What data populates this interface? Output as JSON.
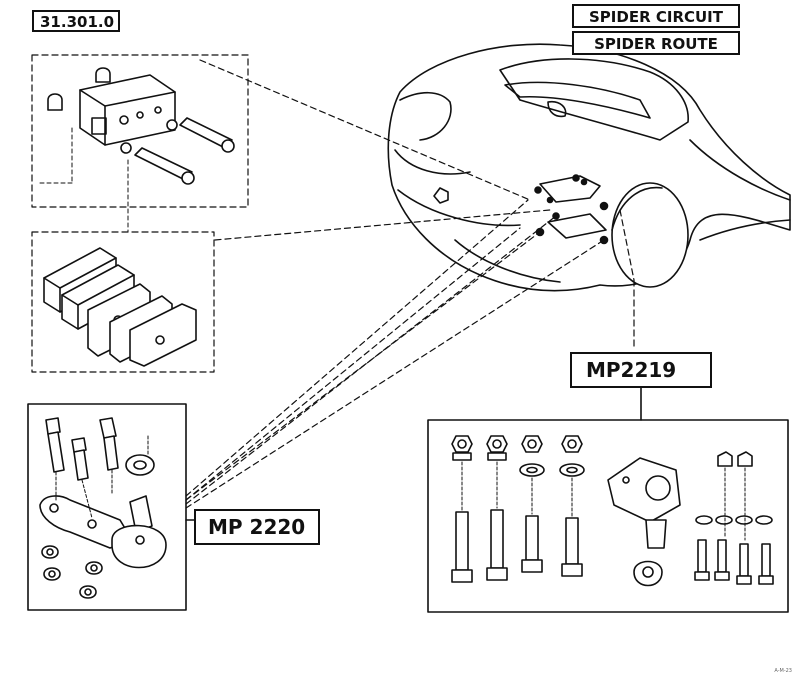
{
  "labels": {
    "ref_code": "31.301.0",
    "model_circuit": "SPIDER CIRCUIT",
    "model_route": "SPIDER ROUTE",
    "kit_right": "MP2219",
    "kit_left": "MP 2220",
    "corner_mark": "A-M-23"
  }
}
